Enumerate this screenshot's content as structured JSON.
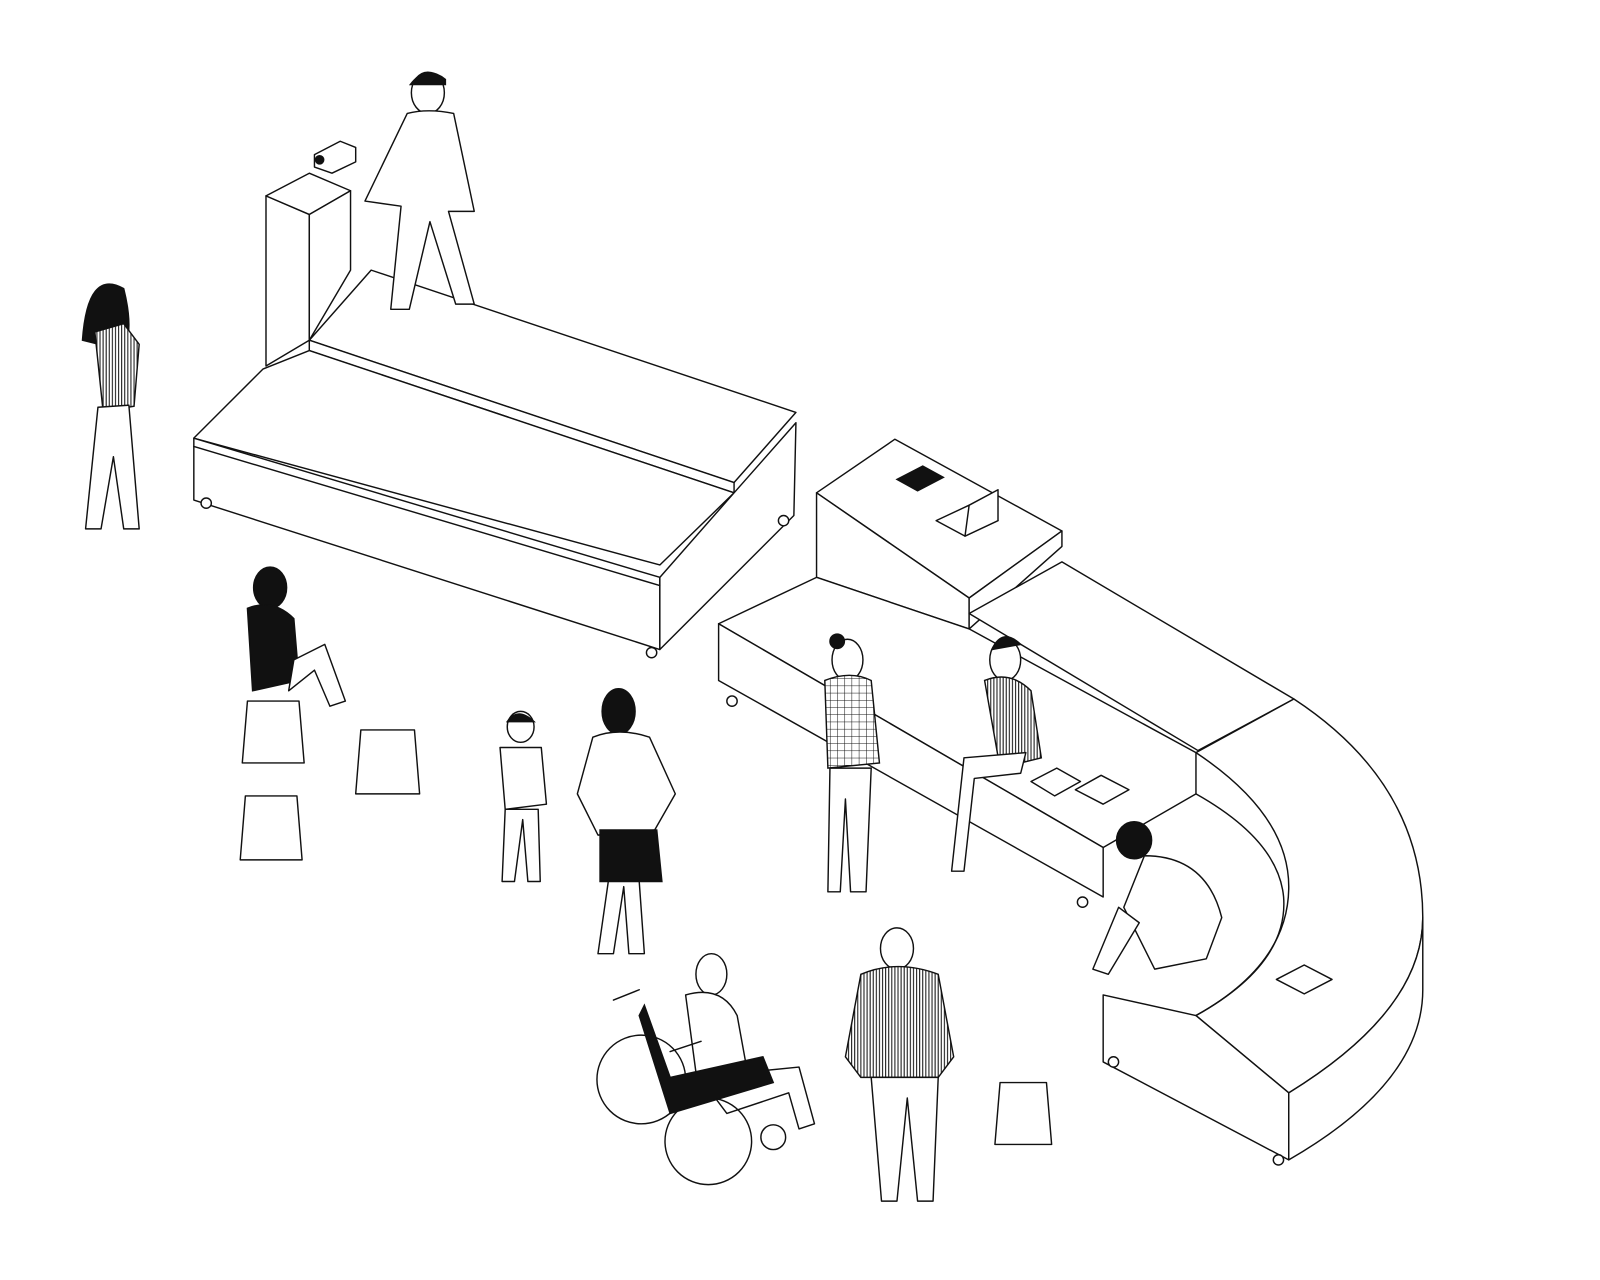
{
  "illustration": {
    "style": "axonometric line drawing",
    "colors": {
      "line": "#111111",
      "background": "#ffffff",
      "fill_dark": "#111111"
    },
    "elements": [
      "stepped-seating-unit-left",
      "stepped-seating-unit-right-curved",
      "stools",
      "people",
      "wheelchair",
      "laptop",
      "books"
    ]
  }
}
